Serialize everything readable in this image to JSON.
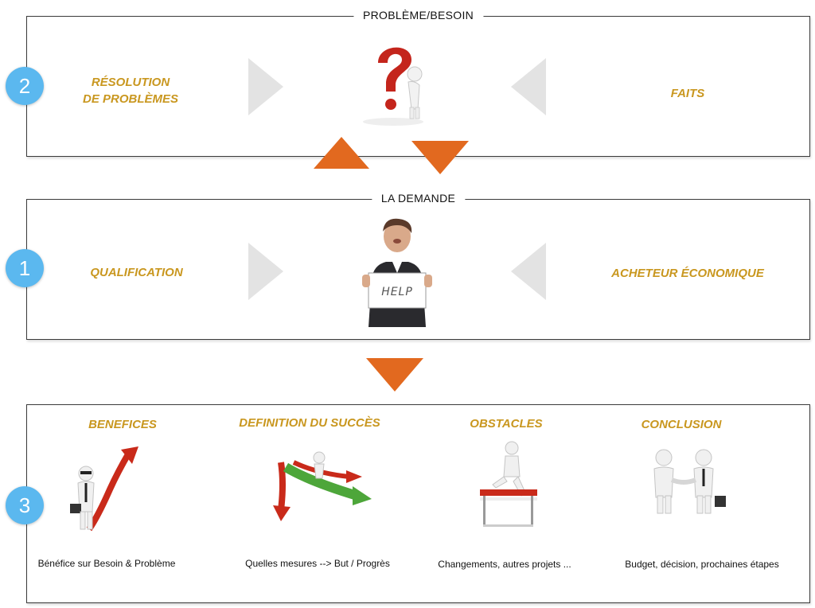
{
  "top_box": {
    "title": "PROBLÈME/BESOIN",
    "left_label_line1": "RÉSOLUTION",
    "left_label_line2": "DE PROBLÈMES",
    "right_label": "FAITS",
    "badge": "2"
  },
  "middle_box": {
    "title": "LA DEMANDE",
    "left_label": "QUALIFICATION",
    "right_label": "ACHETEUR ÉCONOMIQUE",
    "badge": "1",
    "sign_text": "HELP"
  },
  "bottom_box": {
    "badge": "3",
    "columns": [
      {
        "title": "BENEFICES",
        "caption": "Bénéfice sur Besoin & Problème"
      },
      {
        "title": "DEFINITION DU SUCCÈS",
        "caption": "Quelles mesures --> But / Progrès"
      },
      {
        "title": "OBSTACLES",
        "caption": "Changements, autres projets ..."
      },
      {
        "title": "CONCLUSION",
        "caption": "Budget, décision, prochaines étapes"
      }
    ]
  },
  "colors": {
    "accent_gold": "#c9971f",
    "orange": "#e2691f",
    "badge_blue": "#5bb8ef",
    "gray_arrow": "#e3e3e3"
  }
}
